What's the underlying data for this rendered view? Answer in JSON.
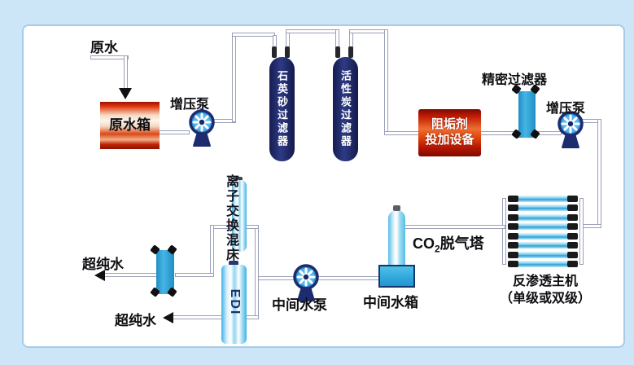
{
  "labels": {
    "raw_water": "原水",
    "raw_tank": "原水箱",
    "booster_pump_1": "增压泵",
    "quartz_filter": "石英砂过滤器",
    "carbon_filter": "活性炭过滤器",
    "antiscalant_line1": "阻垢剂",
    "antiscalant_line2": "投加设备",
    "precision_filter": "精密过滤器",
    "booster_pump_2": "增压泵",
    "ro_line1": "反渗透主机",
    "ro_line2": "（单级或双级）",
    "co2_prefix": "CO",
    "co2_sub": "2",
    "co2_suffix": "脱气塔",
    "mid_tank": "中间水箱",
    "mid_pump": "中间水泵",
    "mixed_bed": "离子交换混床",
    "edi": "EDI",
    "ultrapure_top": "超纯水",
    "ultrapure_bottom": "超纯水"
  },
  "colors": {
    "background": "#cde6f7",
    "frame_border": "#a5cbe9",
    "canvas": "#ffffff",
    "navy_tank": "#27316f",
    "red_equipment": "#c41d04",
    "light_blue_vessel": "#58bde9",
    "bright_blue_filter": "#2aa5dc",
    "pipe_outline": "#9aa0b8",
    "arrow": "#111111"
  }
}
